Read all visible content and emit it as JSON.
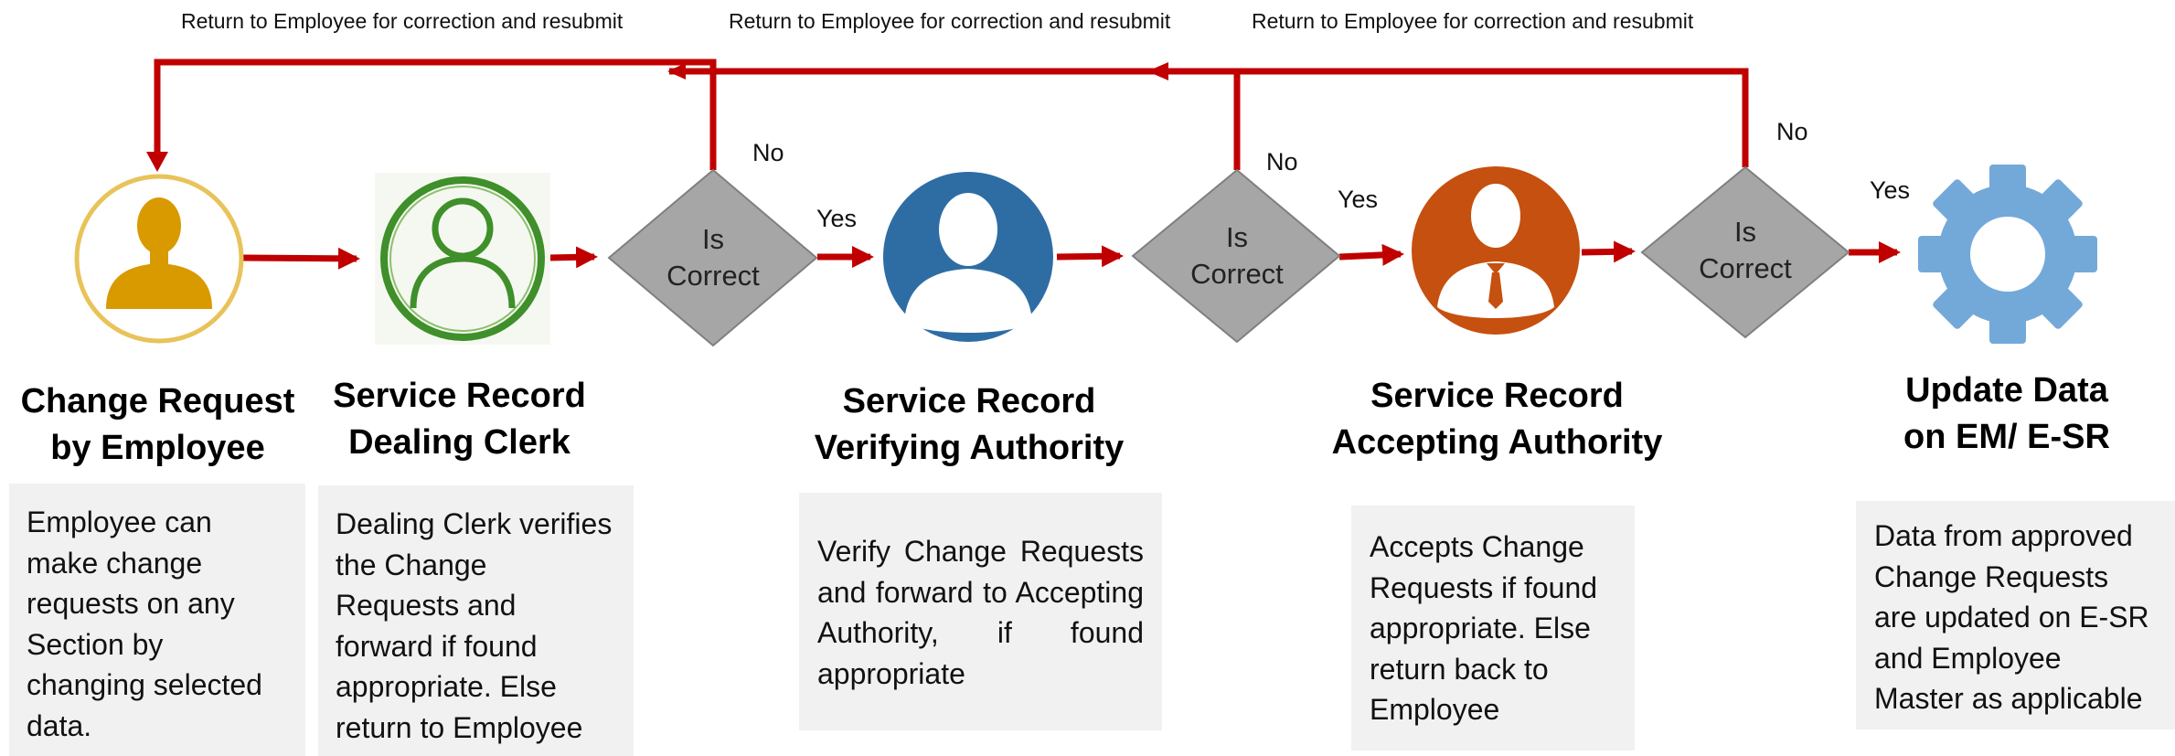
{
  "return_labels": [
    "Return to Employee for correction and resubmit",
    "Return to Employee for correction and resubmit",
    "Return to Employee for correction and resubmit"
  ],
  "decisions": [
    {
      "label": "Is\nCorrect",
      "yes": "Yes",
      "no": "No"
    },
    {
      "label": "Is\nCorrect",
      "yes": "Yes",
      "no": "No"
    },
    {
      "label": "Is\nCorrect",
      "yes": "Yes",
      "no": "No"
    }
  ],
  "steps": [
    {
      "title": "Change Request\nby Employee",
      "description": "Employee can make change requests on any Section by changing selected data.",
      "icon": "employee-icon"
    },
    {
      "title": "Service Record\nDealing Clerk",
      "description": "Dealing Clerk verifies the Change Requests and forward if found appropriate. Else return to Employee",
      "icon": "dealing-clerk-icon"
    },
    {
      "title": "Service Record\nVerifying Authority",
      "description": "Verify Change Requests and forward to Accepting Authority, if found appropriate",
      "icon": "verifying-authority-icon"
    },
    {
      "title": "Service Record\nAccepting Authority",
      "description": "Accepts Change Requests if found appropriate. Else return back to Employee",
      "icon": "accepting-authority-icon"
    },
    {
      "title": "Update Data\non EM/ E-SR",
      "description": "Data from approved Change Requests are updated on E-SR and Employee Master as applicable",
      "icon": "gear-icon"
    }
  ],
  "colors": {
    "arrow": "#c00000",
    "decision": "#a6a6a6",
    "employee": "#d99a00",
    "clerk": "#3f8f2a",
    "verifier": "#2e6da4",
    "acceptor": "#c5500f",
    "gear": "#73a9d8",
    "desc_box": "#f1f1f1"
  }
}
